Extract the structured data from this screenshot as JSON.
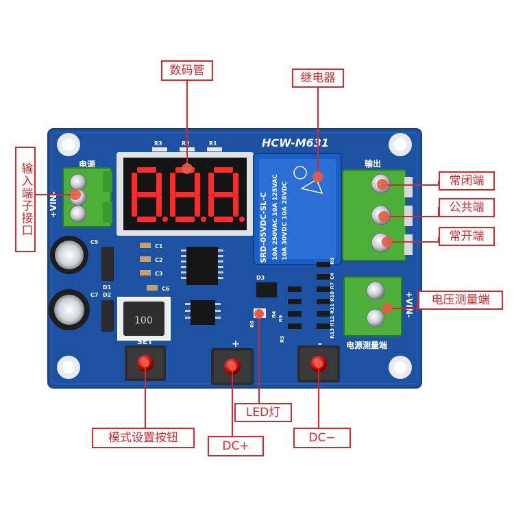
{
  "callouts": {
    "display": "数码管",
    "relay": "继电器",
    "input_port": "输入端子接口",
    "normally_closed": "常闭端",
    "common": "公共端",
    "normally_open": "常开端",
    "voltage_measure": "电压测量端",
    "led": "LED灯",
    "mode_button": "模式设置按钮",
    "dc_plus": "DC+",
    "dc_minus": "DC−"
  },
  "board": {
    "model": "HCW-M631",
    "power_label": "电源",
    "output_label": "输出",
    "measure_label": "电源测量端",
    "vin_right": "+VIN-",
    "vin_left": "+VIN-",
    "set_label": "SET",
    "plus_label": "+",
    "minus_label": "-",
    "inductor_text": "100",
    "display_value": "8.8.8.",
    "relay": {
      "line1": "10A 250VAC 10A 125VAC",
      "line2": "10A 30VDC 10A 28VDC",
      "line3": "SRD-05VDC-SL-C"
    },
    "refs": [
      "R3",
      "R2",
      "R1",
      "C1",
      "C2",
      "C3",
      "C4",
      "C5",
      "C6",
      "C7",
      "D1",
      "D2",
      "D3",
      "R4",
      "R5",
      "R6",
      "R7",
      "R8",
      "R9",
      "R10",
      "R11",
      "R12",
      "R13"
    ]
  },
  "colors": {
    "callout": "#d9262b",
    "pcb": "#1d52a3",
    "terminal": "#4caf3a",
    "relay": "#1a5ec7",
    "segment": "#ff2a2a"
  }
}
